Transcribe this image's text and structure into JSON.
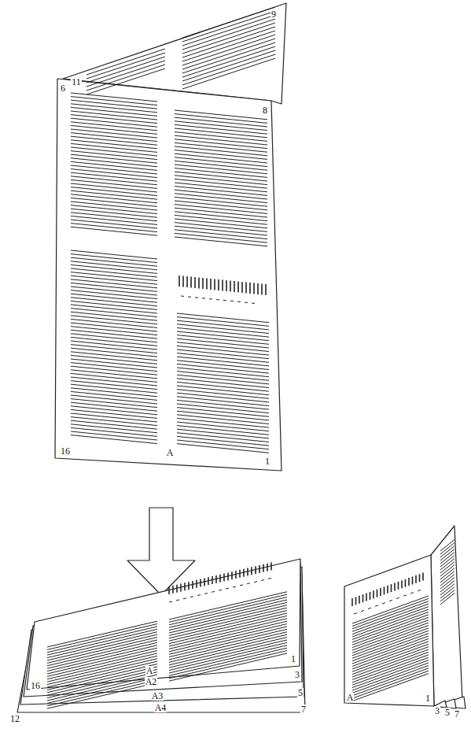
{
  "diagram": {
    "labels": [
      "9",
      "11",
      "6",
      "8",
      "16",
      "A",
      "1",
      "A",
      "A2",
      "A3",
      "A4",
      "1",
      "3",
      "5",
      "7",
      "16",
      "12",
      "A",
      "1",
      "3",
      "5",
      "7"
    ]
  }
}
